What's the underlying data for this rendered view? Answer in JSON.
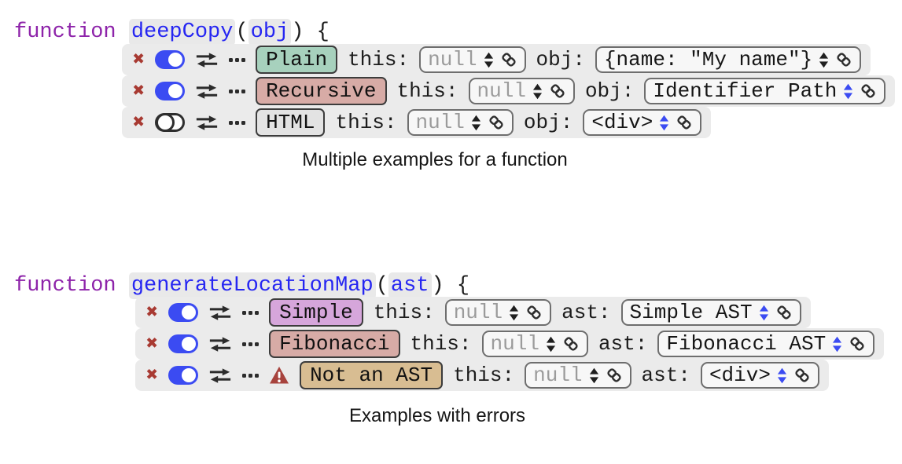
{
  "icons": {
    "delete_glyph": "✖"
  },
  "palette": {
    "toggle_blue": "#3b4bf2",
    "delete_red": "#a83a32",
    "warning_red": "#a7433d",
    "identifier_blue": "#2626f2",
    "keyword_purple": "#8e24aa",
    "panel_gray": "#ebebeb"
  },
  "blocks": [
    {
      "signature": {
        "keyword": "function",
        "name": "deepCopy",
        "open": "(",
        "param": "obj",
        "close": ") {"
      },
      "caption": "Multiple examples for a function",
      "rows": [
        {
          "name": "Plain",
          "badge_color": "#a7d1bd",
          "enabled": true,
          "warning": false,
          "fields": [
            {
              "label": "this:",
              "value": "null",
              "muted": true,
              "stepper_blue": false
            },
            {
              "label": "obj:",
              "value": "{name: \"My name\"}",
              "muted": false,
              "stepper_blue": false
            }
          ]
        },
        {
          "name": "Recursive",
          "badge_color": "#d7aba6",
          "enabled": true,
          "warning": false,
          "fields": [
            {
              "label": "this:",
              "value": "null",
              "muted": true,
              "stepper_blue": false
            },
            {
              "label": "obj:",
              "value": "Identifier Path",
              "muted": false,
              "stepper_blue": true
            }
          ]
        },
        {
          "name": "HTML",
          "badge_color": "#e3e3e3",
          "enabled": false,
          "warning": false,
          "fields": [
            {
              "label": "this:",
              "value": "null",
              "muted": true,
              "stepper_blue": false
            },
            {
              "label": "obj:",
              "value": "<div>",
              "muted": false,
              "stepper_blue": true
            }
          ]
        }
      ]
    },
    {
      "signature": {
        "keyword": "function",
        "name": "generateLocationMap",
        "open": "(",
        "param": "ast",
        "close": ") {"
      },
      "caption": "Examples with errors",
      "rows": [
        {
          "name": "Simple",
          "badge_color": "#d6a6db",
          "enabled": true,
          "warning": false,
          "fields": [
            {
              "label": "this:",
              "value": "null",
              "muted": true,
              "stepper_blue": false
            },
            {
              "label": "ast:",
              "value": "Simple AST",
              "muted": false,
              "stepper_blue": true
            }
          ]
        },
        {
          "name": "Fibonacci",
          "badge_color": "#d7aba6",
          "enabled": true,
          "warning": false,
          "fields": [
            {
              "label": "this:",
              "value": "null",
              "muted": true,
              "stepper_blue": false
            },
            {
              "label": "ast:",
              "value": "Fibonacci AST",
              "muted": false,
              "stepper_blue": true
            }
          ]
        },
        {
          "name": "Not an AST",
          "badge_color": "#d8bd92",
          "enabled": true,
          "warning": true,
          "fields": [
            {
              "label": "this:",
              "value": "null",
              "muted": true,
              "stepper_blue": false
            },
            {
              "label": "ast:",
              "value": "<div>",
              "muted": false,
              "stepper_blue": true
            }
          ]
        }
      ]
    }
  ]
}
